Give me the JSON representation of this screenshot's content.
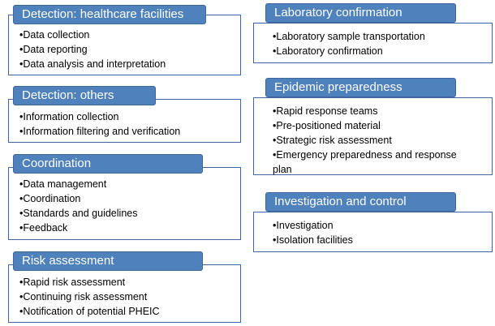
{
  "sections": {
    "detection_healthcare": {
      "title": "Detection: healthcare facilities",
      "items": [
        "Data collection",
        "Data reporting",
        "Data analysis and interpretation"
      ]
    },
    "detection_others": {
      "title": "Detection: others",
      "items": [
        "Information collection",
        "Information filtering and verification"
      ]
    },
    "coordination": {
      "title": "Coordination",
      "items": [
        "Data management",
        "Coordination",
        "Standards and guidelines",
        "Feedback"
      ]
    },
    "risk_assessment": {
      "title": "Risk assessment",
      "items": [
        "Rapid risk assessment",
        "Continuing risk assessment",
        "Notification of potential PHEIC"
      ]
    },
    "laboratory_confirmation": {
      "title": "Laboratory confirmation",
      "items": [
        "Laboratory sample transportation",
        "Laboratory confirmation"
      ]
    },
    "epidemic_preparedness": {
      "title": "Epidemic preparedness",
      "items": [
        "Rapid response teams",
        "Pre-positioned material",
        "Strategic risk assessment",
        "Emergency preparedness and response plan"
      ]
    },
    "investigation_control": {
      "title": "Investigation and control",
      "items": [
        "Investigation",
        "Isolation facilities"
      ]
    }
  },
  "colors": {
    "header_fill": "#4f81bd",
    "header_border": "#3f679f",
    "box_border": "#3f679f",
    "header_text": "#ffffff"
  }
}
